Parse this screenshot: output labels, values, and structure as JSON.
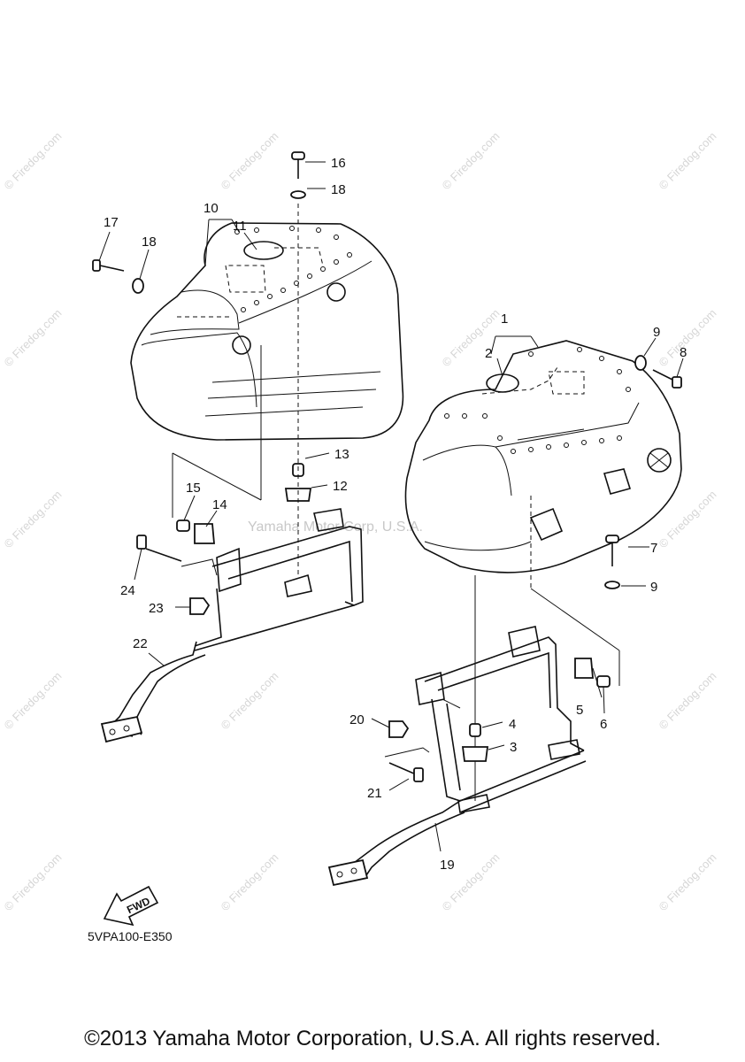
{
  "diagram": {
    "doc_code": "5VPA100-E350",
    "copyright": "©2013 Yamaha Motor Corporation, U.S.A. All rights reserved.",
    "watermark_text": "© Firedog.com",
    "center_watermark": "Yamaha Motor Corp, U.S.A.",
    "fwd_label": "FWD",
    "callouts": [
      "1",
      "2",
      "3",
      "4",
      "5",
      "6",
      "7",
      "8",
      "9",
      "9",
      "10",
      "11",
      "12",
      "13",
      "14",
      "15",
      "16",
      "17",
      "18",
      "18",
      "19",
      "20",
      "21",
      "22",
      "23",
      "24"
    ]
  }
}
